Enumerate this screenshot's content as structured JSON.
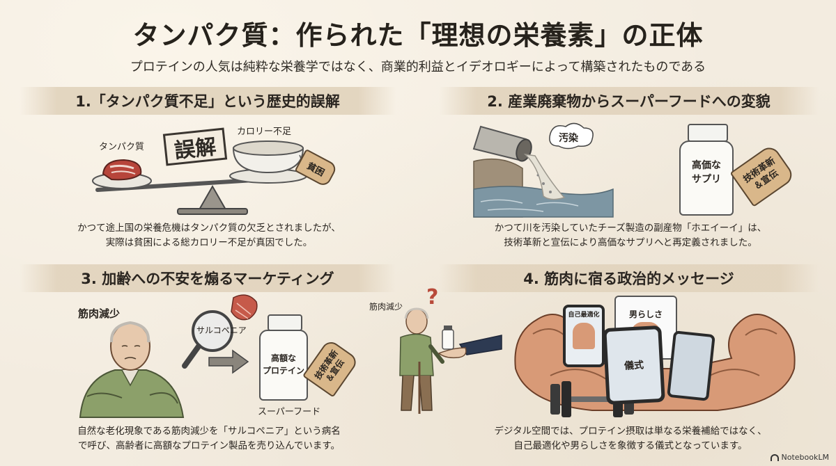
{
  "title": "タンパク質：作られた「理想の栄養素」の正体",
  "subtitle": "プロテインの人気は純粋な栄養学ではなく、商業的利益とイデオロギーによって構築されたものである",
  "sections": [
    {
      "heading": "1.「タンパク質不足」という歴史的誤解",
      "caption_lines": [
        "かつて途上国の栄養危機はタンパク質の欠乏とされましたが、",
        "実際は貧困による総カロリー不足が真因でした。"
      ],
      "labels": {
        "protein": "タンパク質",
        "calorie": "カロリー不足",
        "stamp": "誤解",
        "tag": "貧困"
      }
    },
    {
      "heading": "2. 産業廃棄物からスーパーフードへの変貌",
      "caption_lines": [
        "かつて川を汚染していたチーズ製造の副産物「ホエイーイ」は、",
        "技術革新と宣伝により高価なサプリへと再定義されました。"
      ],
      "labels": {
        "pollution": "汚染",
        "bottle_line1": "高価な",
        "bottle_line2": "サプリ",
        "tag_line1": "技術革新",
        "tag_line2": "＆宣伝"
      }
    },
    {
      "heading": "3. 加齢への不安を煽るマーケティング",
      "caption_lines": [
        "自然な老化現象である筋肉減少を「サルコペニア」という病名",
        "で呼び、高齢者に高額なプロテイン製品を売り込んでいます。"
      ],
      "labels": {
        "muscle_loss": "筋肉減少",
        "sarcopenia": "サルコペニア",
        "bottle_line1": "高額な",
        "bottle_line2": "プロテイン",
        "tag_line1": "技術革新",
        "tag_line2": "＆宣伝",
        "superfood": "スーパーフード",
        "muscle_loss_small": "筋肉減少",
        "question": "?"
      }
    },
    {
      "heading": "4. 筋肉に宿る政治的メッセージ",
      "caption_lines": [
        "デジタル空間では、プロテイン摂取は単なる栄養補給ではなく、",
        "自己最適化や男らしさを象徴する儀式となっています。"
      ],
      "labels": {
        "phone_left": "自己最適化",
        "phone_top": "男らしさ",
        "phone_center": "儀式"
      }
    }
  ],
  "brand": "NotebookLM"
}
